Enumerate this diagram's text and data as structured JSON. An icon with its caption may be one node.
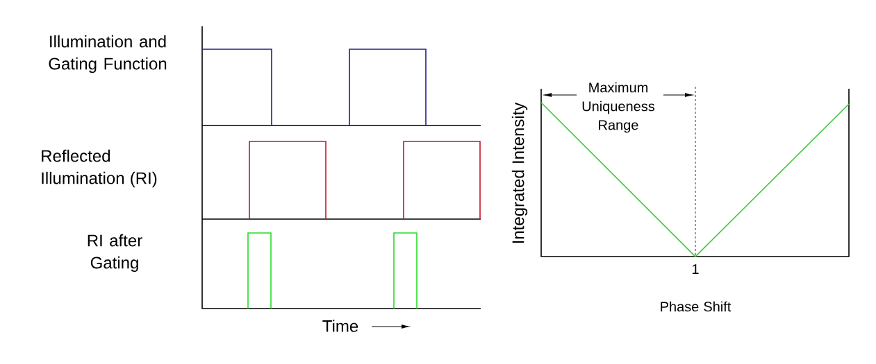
{
  "diagram": {
    "labels": [
      "Illumination and Gating Function",
      "Maximum Uniqueness Range",
      "Integrated Intensity",
      "Reflected Illumination (RI)",
      "1",
      "RI after Gating",
      "Phase Shift",
      "Time"
    ]
  }
}
